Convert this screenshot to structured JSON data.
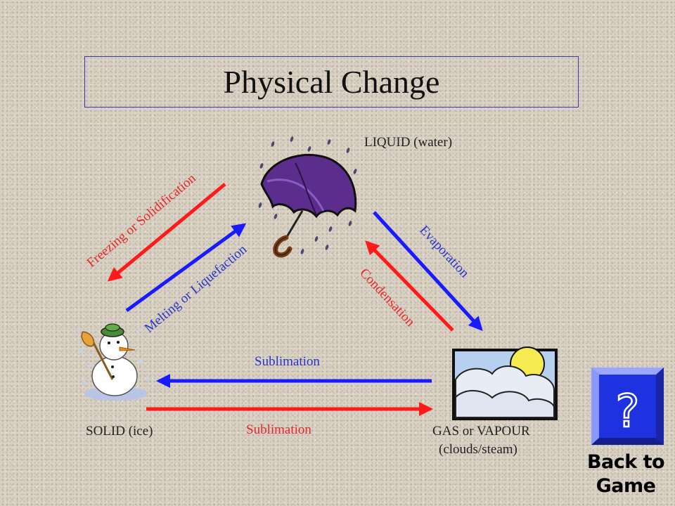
{
  "title": "Physical Change",
  "states": {
    "liquid": "LIQUID (water)",
    "solid": "SOLID (ice)",
    "gas_line1": "GAS or VAPOUR",
    "gas_line2": "(clouds/steam)"
  },
  "transitions": {
    "freezing": "Freezing or Solidification",
    "melting": "Melting or Liquefaction",
    "evaporation": "Evaporation",
    "condensation": "Condensation",
    "sublimation_top": "Sublimation",
    "sublimation_bottom": "Sublimation"
  },
  "nav": {
    "button_glyph": "?",
    "back_line1": "Back to",
    "back_line2": "Game"
  },
  "colors": {
    "red_arrow": "#ff1a1a",
    "blue_arrow": "#1a1aff",
    "red_text": "#e3282b",
    "blue_text": "#2833c8",
    "button_blue": "#1f32e0"
  }
}
